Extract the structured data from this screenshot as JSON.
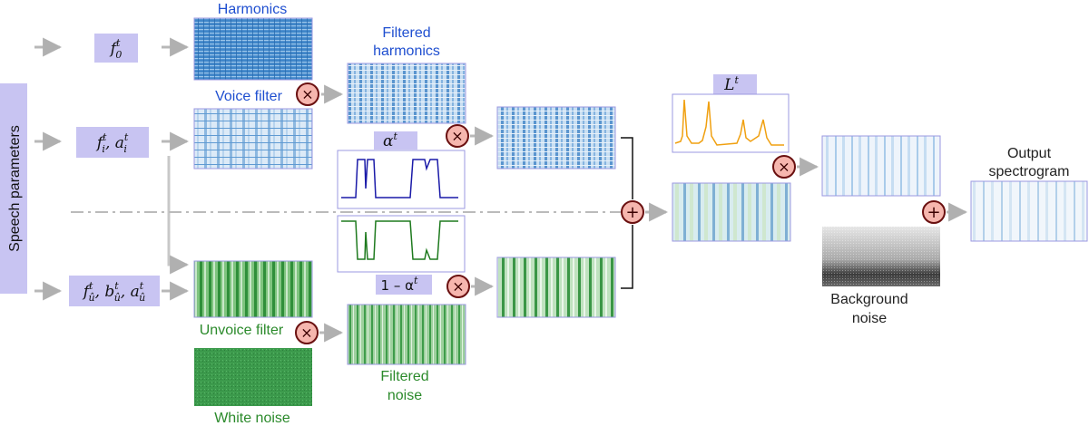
{
  "sidebar": {
    "label": "Speech parameters"
  },
  "params": {
    "f0": {
      "base": "f",
      "sup": "t",
      "sub": "0"
    },
    "fi_ai": [
      {
        "base": "f",
        "sup": "t",
        "sub": "i",
        "sep": ", "
      },
      {
        "base": "a",
        "sup": "t",
        "sub": "i",
        "sep": ""
      }
    ],
    "fu_bu_au": [
      {
        "base": "f",
        "sup": "t",
        "sub": "û",
        "sep": ", "
      },
      {
        "base": "b",
        "sup": "t",
        "sub": "û",
        "sep": ", "
      },
      {
        "base": "a",
        "sup": "t",
        "sub": "û",
        "sep": ""
      }
    ]
  },
  "labels": {
    "harmonics": "Harmonics",
    "voice_filter": "Voice filter",
    "filtered_harmonics_1": "Filtered",
    "filtered_harmonics_2": "harmonics",
    "alpha": "α",
    "alpha_sup": "t",
    "one_minus_alpha": "1 – α",
    "one_minus_alpha_sup": "t",
    "loudness": "L",
    "loudness_sup": "t",
    "unvoice_filter": "Unvoice filter",
    "white_noise": "White noise",
    "filtered_noise_1": "Filtered",
    "filtered_noise_2": "noise",
    "background_noise_1": "Background",
    "background_noise_2": "noise",
    "output_1": "Output",
    "output_2": "spectrogram"
  },
  "operators": {
    "multiply": "×",
    "add": "+"
  },
  "colors": {
    "voiced": "#1f4fd0",
    "unvoiced": "#2b8a2b",
    "loudness_curve": "#f0a010",
    "param_box": "#c8c4f2",
    "operator_fill": "#f6b6ae",
    "operator_stroke": "#6a1010",
    "arrow": "#b8b8b8"
  }
}
